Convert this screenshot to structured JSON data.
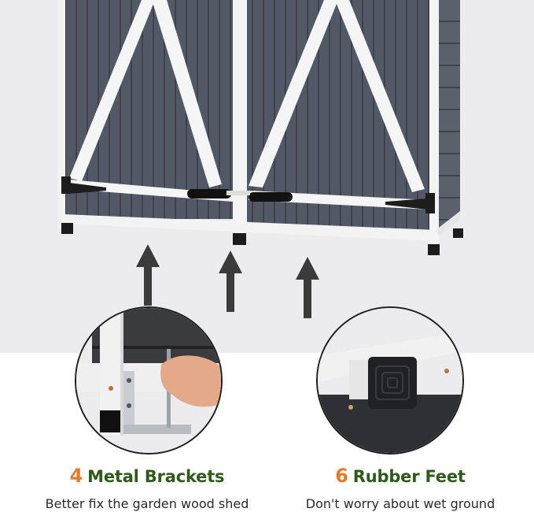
{
  "image": {
    "subject": "garden wood storage shed, gray with white trim, double doors",
    "colors": {
      "shed_panel": "#4f5563",
      "trim": "#f4f4f4",
      "background_top": "#ececee",
      "background_bottom": "#ffffff",
      "arrow": "#3b3b3b",
      "accent_number": "#e27a2c",
      "heading_green": "#2f5a1c"
    },
    "arrows": [
      {
        "name": "arrow-left",
        "direction": "up"
      },
      {
        "name": "arrow-middle",
        "direction": "up"
      },
      {
        "name": "arrow-right",
        "direction": "up"
      }
    ]
  },
  "features": [
    {
      "count": "4",
      "title": "Metal Brackets",
      "description": "Better fix the garden wood shed",
      "detail_image": "hand inserting screw into L-shaped metal bracket at shed leg"
    },
    {
      "count": "6",
      "title": "Rubber Feet",
      "description": "Don't worry about wet ground",
      "detail_image": "black square rubber foot under white frame leg"
    }
  ]
}
